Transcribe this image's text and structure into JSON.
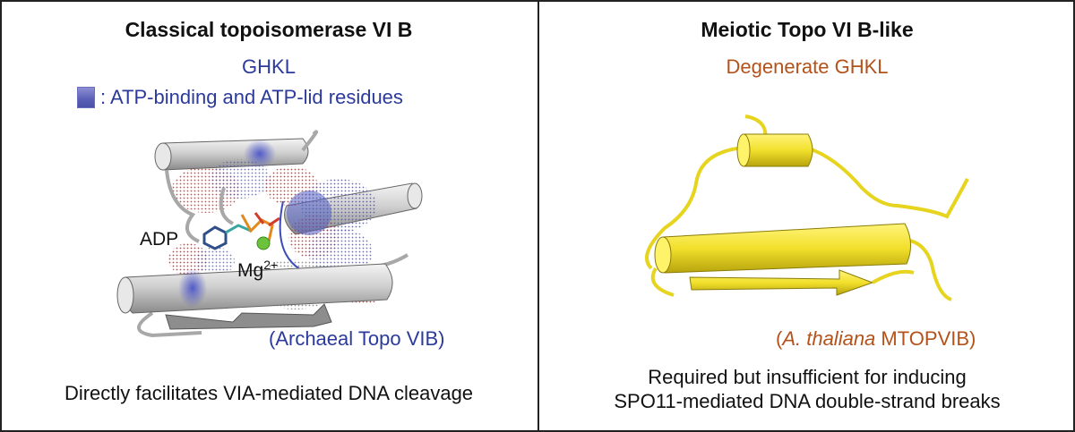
{
  "left_panel": {
    "title": "Classical topoisomerase VI B",
    "subtitle": "GHKL",
    "legend_text": ": ATP-binding and ATP-lid residues",
    "label_adp": "ADP",
    "label_mg": "Mg",
    "label_mg_sup": "2+",
    "species": "(Archaeal Topo VIB)",
    "caption": "Directly facilitates VIA-mediated DNA cleavage",
    "colors": {
      "accent": "#2b3a9b",
      "swatch": "#6a6fc0",
      "helix": "#c9c9c9",
      "mg": "#6cc23a"
    }
  },
  "right_panel": {
    "title": "Meiotic Topo VI B-like",
    "subtitle": "Degenerate GHKL",
    "species_italic": "A. thaliana",
    "species_rest": " MTOPVIB)",
    "species_open": "(",
    "caption_line1": "Required but insufficient for inducing",
    "caption_line2": "SPO11-mediated DNA double-strand breaks",
    "colors": {
      "accent": "#b4521b",
      "helix": "#f0e028"
    }
  }
}
